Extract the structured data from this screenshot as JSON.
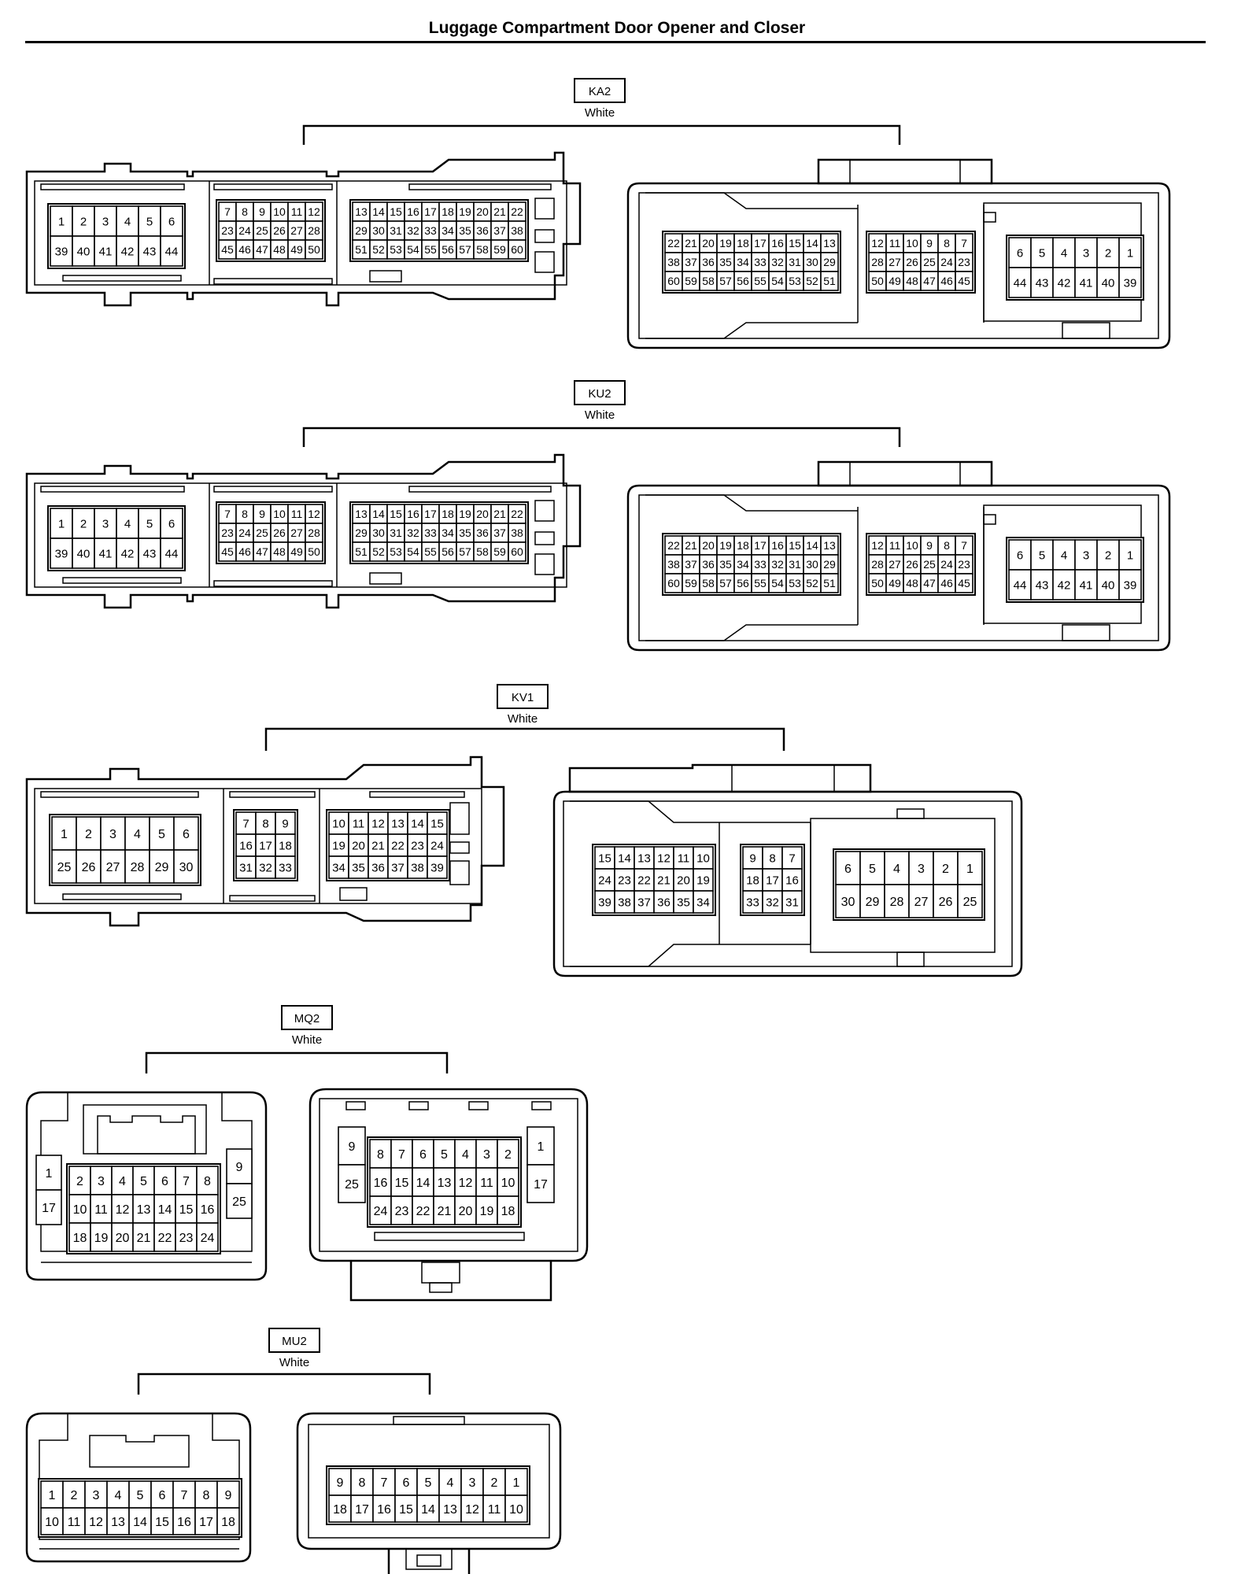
{
  "title": "Luggage Compartment Door Opener and Closer",
  "connectors": [
    {
      "code": "KA2",
      "color": "White",
      "male": [
        [
          [
            "1",
            "2",
            "3",
            "4",
            "5",
            "6"
          ],
          [
            "39",
            "40",
            "41",
            "42",
            "43",
            "44"
          ]
        ],
        [
          [
            "7",
            "8",
            "9",
            "10",
            "11",
            "12"
          ],
          [
            "23",
            "24",
            "25",
            "26",
            "27",
            "28"
          ],
          [
            "45",
            "46",
            "47",
            "48",
            "49",
            "50"
          ]
        ],
        [
          [
            "13",
            "14",
            "15",
            "16",
            "17",
            "18",
            "19",
            "20",
            "21",
            "22"
          ],
          [
            "29",
            "30",
            "31",
            "32",
            "33",
            "34",
            "35",
            "36",
            "37",
            "38"
          ],
          [
            "51",
            "52",
            "53",
            "54",
            "55",
            "56",
            "57",
            "58",
            "59",
            "60"
          ]
        ]
      ],
      "female": [
        [
          [
            "22",
            "21",
            "20",
            "19",
            "18",
            "17",
            "16",
            "15",
            "14",
            "13"
          ],
          [
            "38",
            "37",
            "36",
            "35",
            "34",
            "33",
            "32",
            "31",
            "30",
            "29"
          ],
          [
            "60",
            "59",
            "58",
            "57",
            "56",
            "55",
            "54",
            "53",
            "52",
            "51"
          ]
        ],
        [
          [
            "12",
            "11",
            "10",
            "9",
            "8",
            "7"
          ],
          [
            "28",
            "27",
            "26",
            "25",
            "24",
            "23"
          ],
          [
            "50",
            "49",
            "48",
            "47",
            "46",
            "45"
          ]
        ],
        [
          [
            "6",
            "5",
            "4",
            "3",
            "2",
            "1"
          ],
          [
            "44",
            "43",
            "42",
            "41",
            "40",
            "39"
          ]
        ]
      ]
    },
    {
      "code": "KU2",
      "color": "White",
      "male": [
        [
          [
            "1",
            "2",
            "3",
            "4",
            "5",
            "6"
          ],
          [
            "39",
            "40",
            "41",
            "42",
            "43",
            "44"
          ]
        ],
        [
          [
            "7",
            "8",
            "9",
            "10",
            "11",
            "12"
          ],
          [
            "23",
            "24",
            "25",
            "26",
            "27",
            "28"
          ],
          [
            "45",
            "46",
            "47",
            "48",
            "49",
            "50"
          ]
        ],
        [
          [
            "13",
            "14",
            "15",
            "16",
            "17",
            "18",
            "19",
            "20",
            "21",
            "22"
          ],
          [
            "29",
            "30",
            "31",
            "32",
            "33",
            "34",
            "35",
            "36",
            "37",
            "38"
          ],
          [
            "51",
            "52",
            "53",
            "54",
            "55",
            "56",
            "57",
            "58",
            "59",
            "60"
          ]
        ]
      ],
      "female": [
        [
          [
            "22",
            "21",
            "20",
            "19",
            "18",
            "17",
            "16",
            "15",
            "14",
            "13"
          ],
          [
            "38",
            "37",
            "36",
            "35",
            "34",
            "33",
            "32",
            "31",
            "30",
            "29"
          ],
          [
            "60",
            "59",
            "58",
            "57",
            "56",
            "55",
            "54",
            "53",
            "52",
            "51"
          ]
        ],
        [
          [
            "12",
            "11",
            "10",
            "9",
            "8",
            "7"
          ],
          [
            "28",
            "27",
            "26",
            "25",
            "24",
            "23"
          ],
          [
            "50",
            "49",
            "48",
            "47",
            "46",
            "45"
          ]
        ],
        [
          [
            "6",
            "5",
            "4",
            "3",
            "2",
            "1"
          ],
          [
            "44",
            "43",
            "42",
            "41",
            "40",
            "39"
          ]
        ]
      ]
    },
    {
      "code": "KV1",
      "color": "White",
      "male": [
        [
          [
            "1",
            "2",
            "3",
            "4",
            "5",
            "6"
          ],
          [
            "25",
            "26",
            "27",
            "28",
            "29",
            "30"
          ]
        ],
        [
          [
            "7",
            "8",
            "9"
          ],
          [
            "16",
            "17",
            "18"
          ],
          [
            "31",
            "32",
            "33"
          ]
        ],
        [
          [
            "10",
            "11",
            "12",
            "13",
            "14",
            "15"
          ],
          [
            "19",
            "20",
            "21",
            "22",
            "23",
            "24"
          ],
          [
            "34",
            "35",
            "36",
            "37",
            "38",
            "39"
          ]
        ]
      ],
      "female": [
        [
          [
            "15",
            "14",
            "13",
            "12",
            "11",
            "10"
          ],
          [
            "24",
            "23",
            "22",
            "21",
            "20",
            "19"
          ],
          [
            "39",
            "38",
            "37",
            "36",
            "35",
            "34"
          ]
        ],
        [
          [
            "9",
            "8",
            "7"
          ],
          [
            "18",
            "17",
            "16"
          ],
          [
            "33",
            "32",
            "31"
          ]
        ],
        [
          [
            "6",
            "5",
            "4",
            "3",
            "2",
            "1"
          ],
          [
            "30",
            "29",
            "28",
            "27",
            "26",
            "25"
          ]
        ]
      ]
    },
    {
      "code": "MQ2",
      "color": "White",
      "male": {
        "left": [
          "1",
          "17"
        ],
        "grid": [
          [
            "2",
            "3",
            "4",
            "5",
            "6",
            "7",
            "8"
          ],
          [
            "10",
            "11",
            "12",
            "13",
            "14",
            "15",
            "16"
          ],
          [
            "18",
            "19",
            "20",
            "21",
            "22",
            "23",
            "24"
          ]
        ],
        "right": [
          "9",
          "25"
        ]
      },
      "female": {
        "left": [
          "9",
          "25"
        ],
        "grid": [
          [
            "8",
            "7",
            "6",
            "5",
            "4",
            "3",
            "2"
          ],
          [
            "16",
            "15",
            "14",
            "13",
            "12",
            "11",
            "10"
          ],
          [
            "24",
            "23",
            "22",
            "21",
            "20",
            "19",
            "18"
          ]
        ],
        "right": [
          "1",
          "17"
        ]
      }
    },
    {
      "code": "MU2",
      "color": "White",
      "male": [
        [
          "1",
          "2",
          "3",
          "4",
          "5",
          "6",
          "7",
          "8",
          "9"
        ],
        [
          "10",
          "11",
          "12",
          "13",
          "14",
          "15",
          "16",
          "17",
          "18"
        ]
      ],
      "female": [
        [
          "9",
          "8",
          "7",
          "6",
          "5",
          "4",
          "3",
          "2",
          "1"
        ],
        [
          "18",
          "17",
          "16",
          "15",
          "14",
          "13",
          "12",
          "11",
          "10"
        ]
      ]
    }
  ]
}
